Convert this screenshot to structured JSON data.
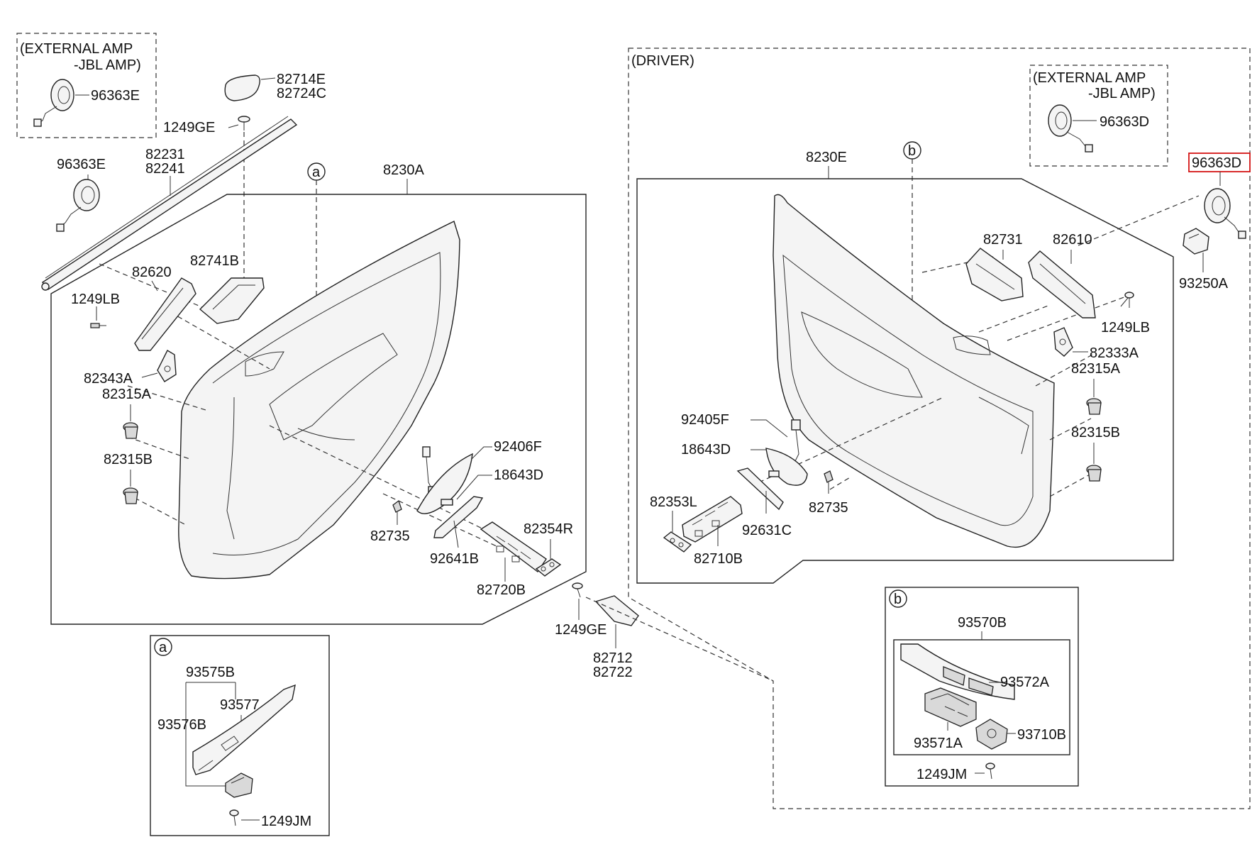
{
  "colors": {
    "line": "#222222",
    "highlight": "#d41414",
    "background": "#ffffff"
  },
  "left_group": {
    "amp_box_title_1": "(EXTERNAL AMP",
    "amp_box_title_2": "-JBL AMP)",
    "amp_speaker_label": "96363E",
    "speaker_label": "96363E",
    "garnish_top_1": "82714E",
    "garnish_top_2": "82724C",
    "screw_top": "1249GE",
    "weatherstrip_1": "82231",
    "weatherstrip_2": "82241",
    "panel_label": "8230A",
    "callout_a": "a",
    "handle_bracket": "82620",
    "handle_inner": "82741B",
    "screw_lb": "1249LB",
    "bracket_a": "82343A",
    "clip_a": "82315A",
    "clip_b": "82315B",
    "cable_f": "92406F",
    "lamp_d": "18643D",
    "clip_735": "82735",
    "lens_b": "92641B",
    "switch_b": "82720B",
    "cover_r": "82354R",
    "screw_bottom": "1249GE",
    "garnish_bottom_1": "82712",
    "garnish_bottom_2": "82722"
  },
  "detail_a": {
    "tag": "a",
    "assy": "93575B",
    "part_1": "93577",
    "part_2": "93576B",
    "screw": "1249JM"
  },
  "right_group": {
    "driver_title": "(DRIVER)",
    "amp_box_title_1": "(EXTERNAL AMP",
    "amp_box_title_2": "-JBL AMP)",
    "amp_speaker_label": "96363D",
    "speaker_highlighted": "96363D",
    "panel_label": "8230E",
    "callout_b": "b",
    "handle_inner": "82731",
    "handle_bracket": "82610",
    "switch_a": "93250A",
    "screw_lb": "1249LB",
    "bracket_a": "82333A",
    "clip_a": "82315A",
    "clip_b": "82315B",
    "cable_f": "92405F",
    "lamp_d": "18643D",
    "cover_l": "82353L",
    "switch_b": "82710B",
    "lens_c": "92631C",
    "clip_735": "82735"
  },
  "detail_b": {
    "tag": "b",
    "assy": "93570B",
    "part_1": "93572A",
    "part_2": "93571A",
    "part_3": "93710B",
    "screw": "1249JM"
  }
}
